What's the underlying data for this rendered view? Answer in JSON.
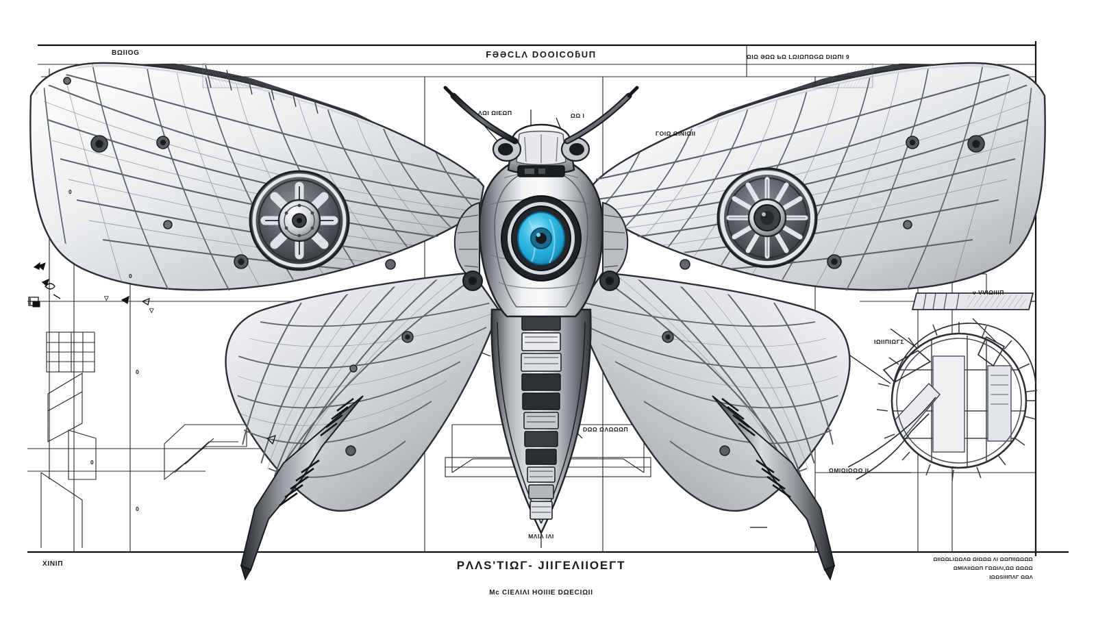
{
  "sheet": {
    "background_color": "#ffffff",
    "ink_color": "#111111",
    "accent_color": "#29b6e0",
    "metal_light": "#f2f3f5",
    "metal_mid": "#b9bcc1",
    "metal_dark": "#5a5e63",
    "metal_shadow": "#2c2f33"
  },
  "header": {
    "title": "FƏƏCLΛ DOOICOƃUΠ",
    "left_tag": "BΩIIOG",
    "right_note": "ΩΙΩ ƏΩΩ ƄΩ LΩΙΩΠΩGΩ DΙΩΠI 9"
  },
  "footer": {
    "upper_note": "MΛΙΛ ΙΛΙ",
    "main_title": "PΛΛS'TIΩΓ- JΙΙΓΕΛΙΙΟΕΓΤ",
    "sub_title": "Mc CΙΕΛΙΛΙ ΗΟΙΙΙΕ DΩΕCΙΩΙΙ",
    "left_tag": "ΧΙΝΙΠ",
    "right_block": [
      "ΩΙΙΩΩLΙΩΩΛΩ ΩΙΩΩΩ ΛΙ ΩΩΠΙΙΩΩΩΩ",
      "ΩΜΙΛΙΙΩΩΠ ΓΩΩΙΛΙ,ΩΩ ΩΩΩΩ",
      "ΙΩΩSΙΙΙΠΛΓ ΩΩΛ"
    ]
  },
  "callouts": {
    "antenna_left": "ΛΩI ΩΙΕΩΠ",
    "antenna_right": "ΩΩ Ι",
    "forewing_right": "ΓΟΙΩ ΩΙΝΙΩΙΙ",
    "abdomen_right": "DΩΩ ΩΛΩΩΩΠ",
    "detail_top": "ν VVΙΩΙΙΙΠ",
    "detail_left": "ΙΩΙΙΠΙΩΓΣ",
    "detail_bottom": "ΩΜΙΩΙΩΩΩ ΙΙ"
  },
  "ruler_ticks": {
    "left_column": [
      "0",
      "0",
      "0",
      "0",
      "0"
    ],
    "inner_column": [
      "0",
      "0",
      "▽",
      "▽"
    ]
  },
  "figure": {
    "name": "mechanical-moth-orthographic-blueprint",
    "eye_core_color": "#29b6e0",
    "eye_rim_color": "#1e7fa8",
    "roundel_left": {
      "spokes": 8,
      "label": "turbine-roundel-left"
    },
    "roundel_right": {
      "spokes": 12,
      "label": "turbine-roundel-right"
    },
    "abdomen_segments": 11,
    "legs": 2,
    "antennae": 2
  },
  "detail_view": {
    "name": "circular-detail-inset",
    "ring_segments": 18
  }
}
